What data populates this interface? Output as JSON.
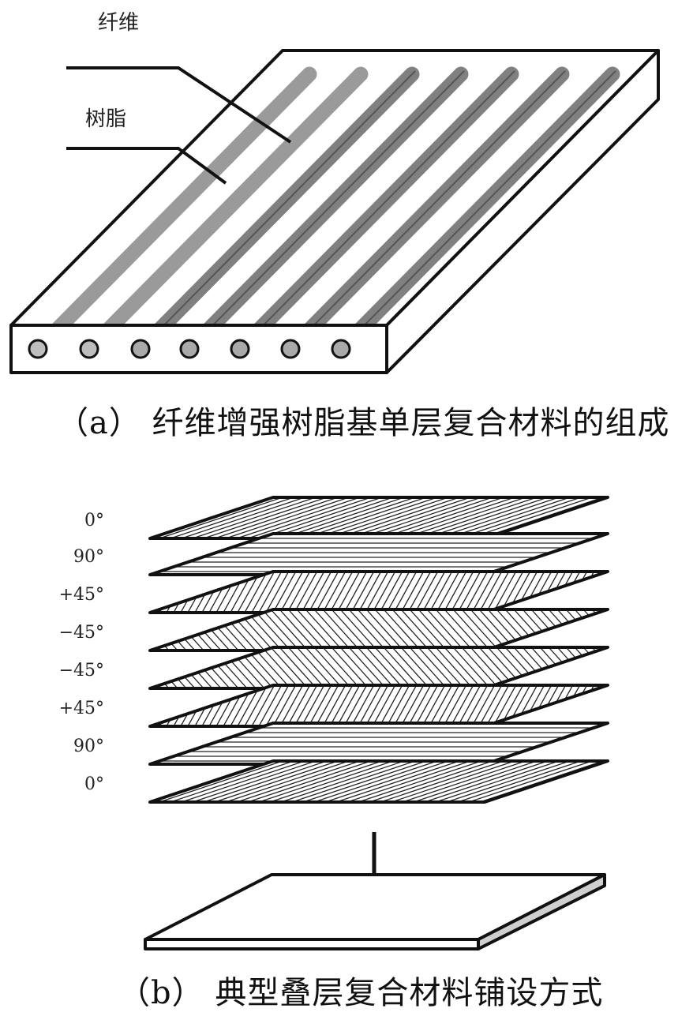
{
  "figure_a": {
    "caption": "（a） 纤维增强树脂基单层复合材料的组成",
    "labels": {
      "fiber": "纤维",
      "resin": "树脂"
    }
  },
  "figure_b": {
    "caption": "（b） 典型叠层复合材料铺设方式",
    "plies": [
      {
        "label": "0°",
        "angle": 0
      },
      {
        "label": "90°",
        "angle": 90
      },
      {
        "label": "+45°",
        "angle": 45
      },
      {
        "label": "−45°",
        "angle": -45
      },
      {
        "label": "−45°",
        "angle": -45
      },
      {
        "label": "+45°",
        "angle": 45
      },
      {
        "label": "90°",
        "angle": 90
      },
      {
        "label": "0°",
        "angle": 0
      }
    ]
  },
  "colors": {
    "line": "#111111",
    "fiber_gray": "#808080",
    "fiber_light": "#9a9a9a"
  }
}
